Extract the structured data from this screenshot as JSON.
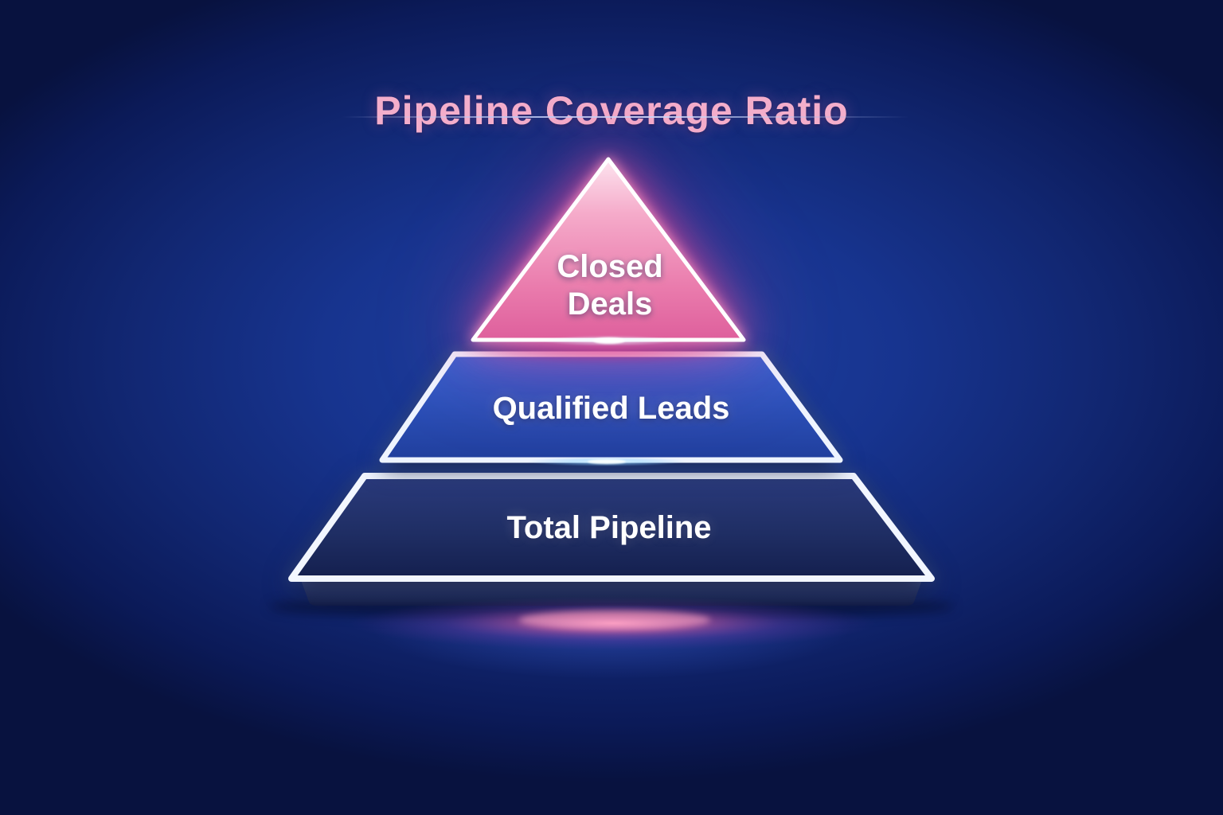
{
  "title": "Pipeline Coverage Ratio",
  "pyramid": {
    "type": "pyramid-diagram",
    "tiers": [
      {
        "label": "Closed Deals",
        "position": "top",
        "fill_color": "#ee8ab8",
        "border_color": "#ffffff",
        "glow_color": "#f04b97"
      },
      {
        "label": "Qualified Leads",
        "position": "middle",
        "fill_color": "#2b50b8",
        "border_color": "#ffffff"
      },
      {
        "label": "Total Pipeline",
        "position": "bottom",
        "fill_color": "#202f66",
        "border_color": "#ffffff"
      }
    ]
  },
  "colors": {
    "background_center": "#1e43a4",
    "background_edge": "#08123f",
    "title_text": "#f4aecb",
    "tier_text": "#ffffff",
    "floor_glow": "#f45e9e"
  }
}
